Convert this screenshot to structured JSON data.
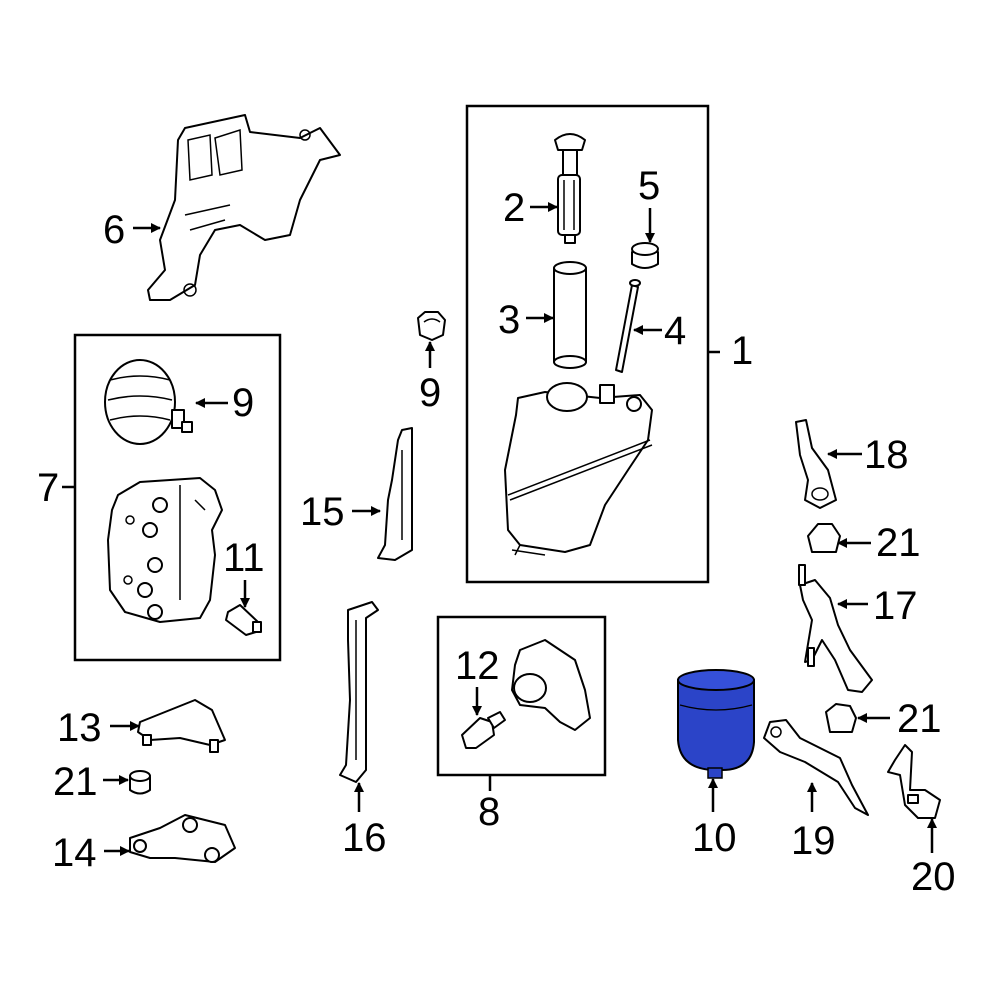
{
  "callouts": {
    "c1": "1",
    "c2": "2",
    "c3": "3",
    "c4": "4",
    "c5": "5",
    "c6": "6",
    "c7": "7",
    "c8": "8",
    "c9a": "9",
    "c9b": "9",
    "c10": "10",
    "c11": "11",
    "c12": "12",
    "c13": "13",
    "c14": "14",
    "c15": "15",
    "c16": "16",
    "c17": "17",
    "c18": "18",
    "c19": "19",
    "c20": "20",
    "c21a": "21",
    "c21b": "21",
    "c21c": "21"
  },
  "colors": {
    "highlight": "#2b44c8",
    "line": "#000000",
    "background": "#ffffff"
  },
  "highlighted_part": "10"
}
